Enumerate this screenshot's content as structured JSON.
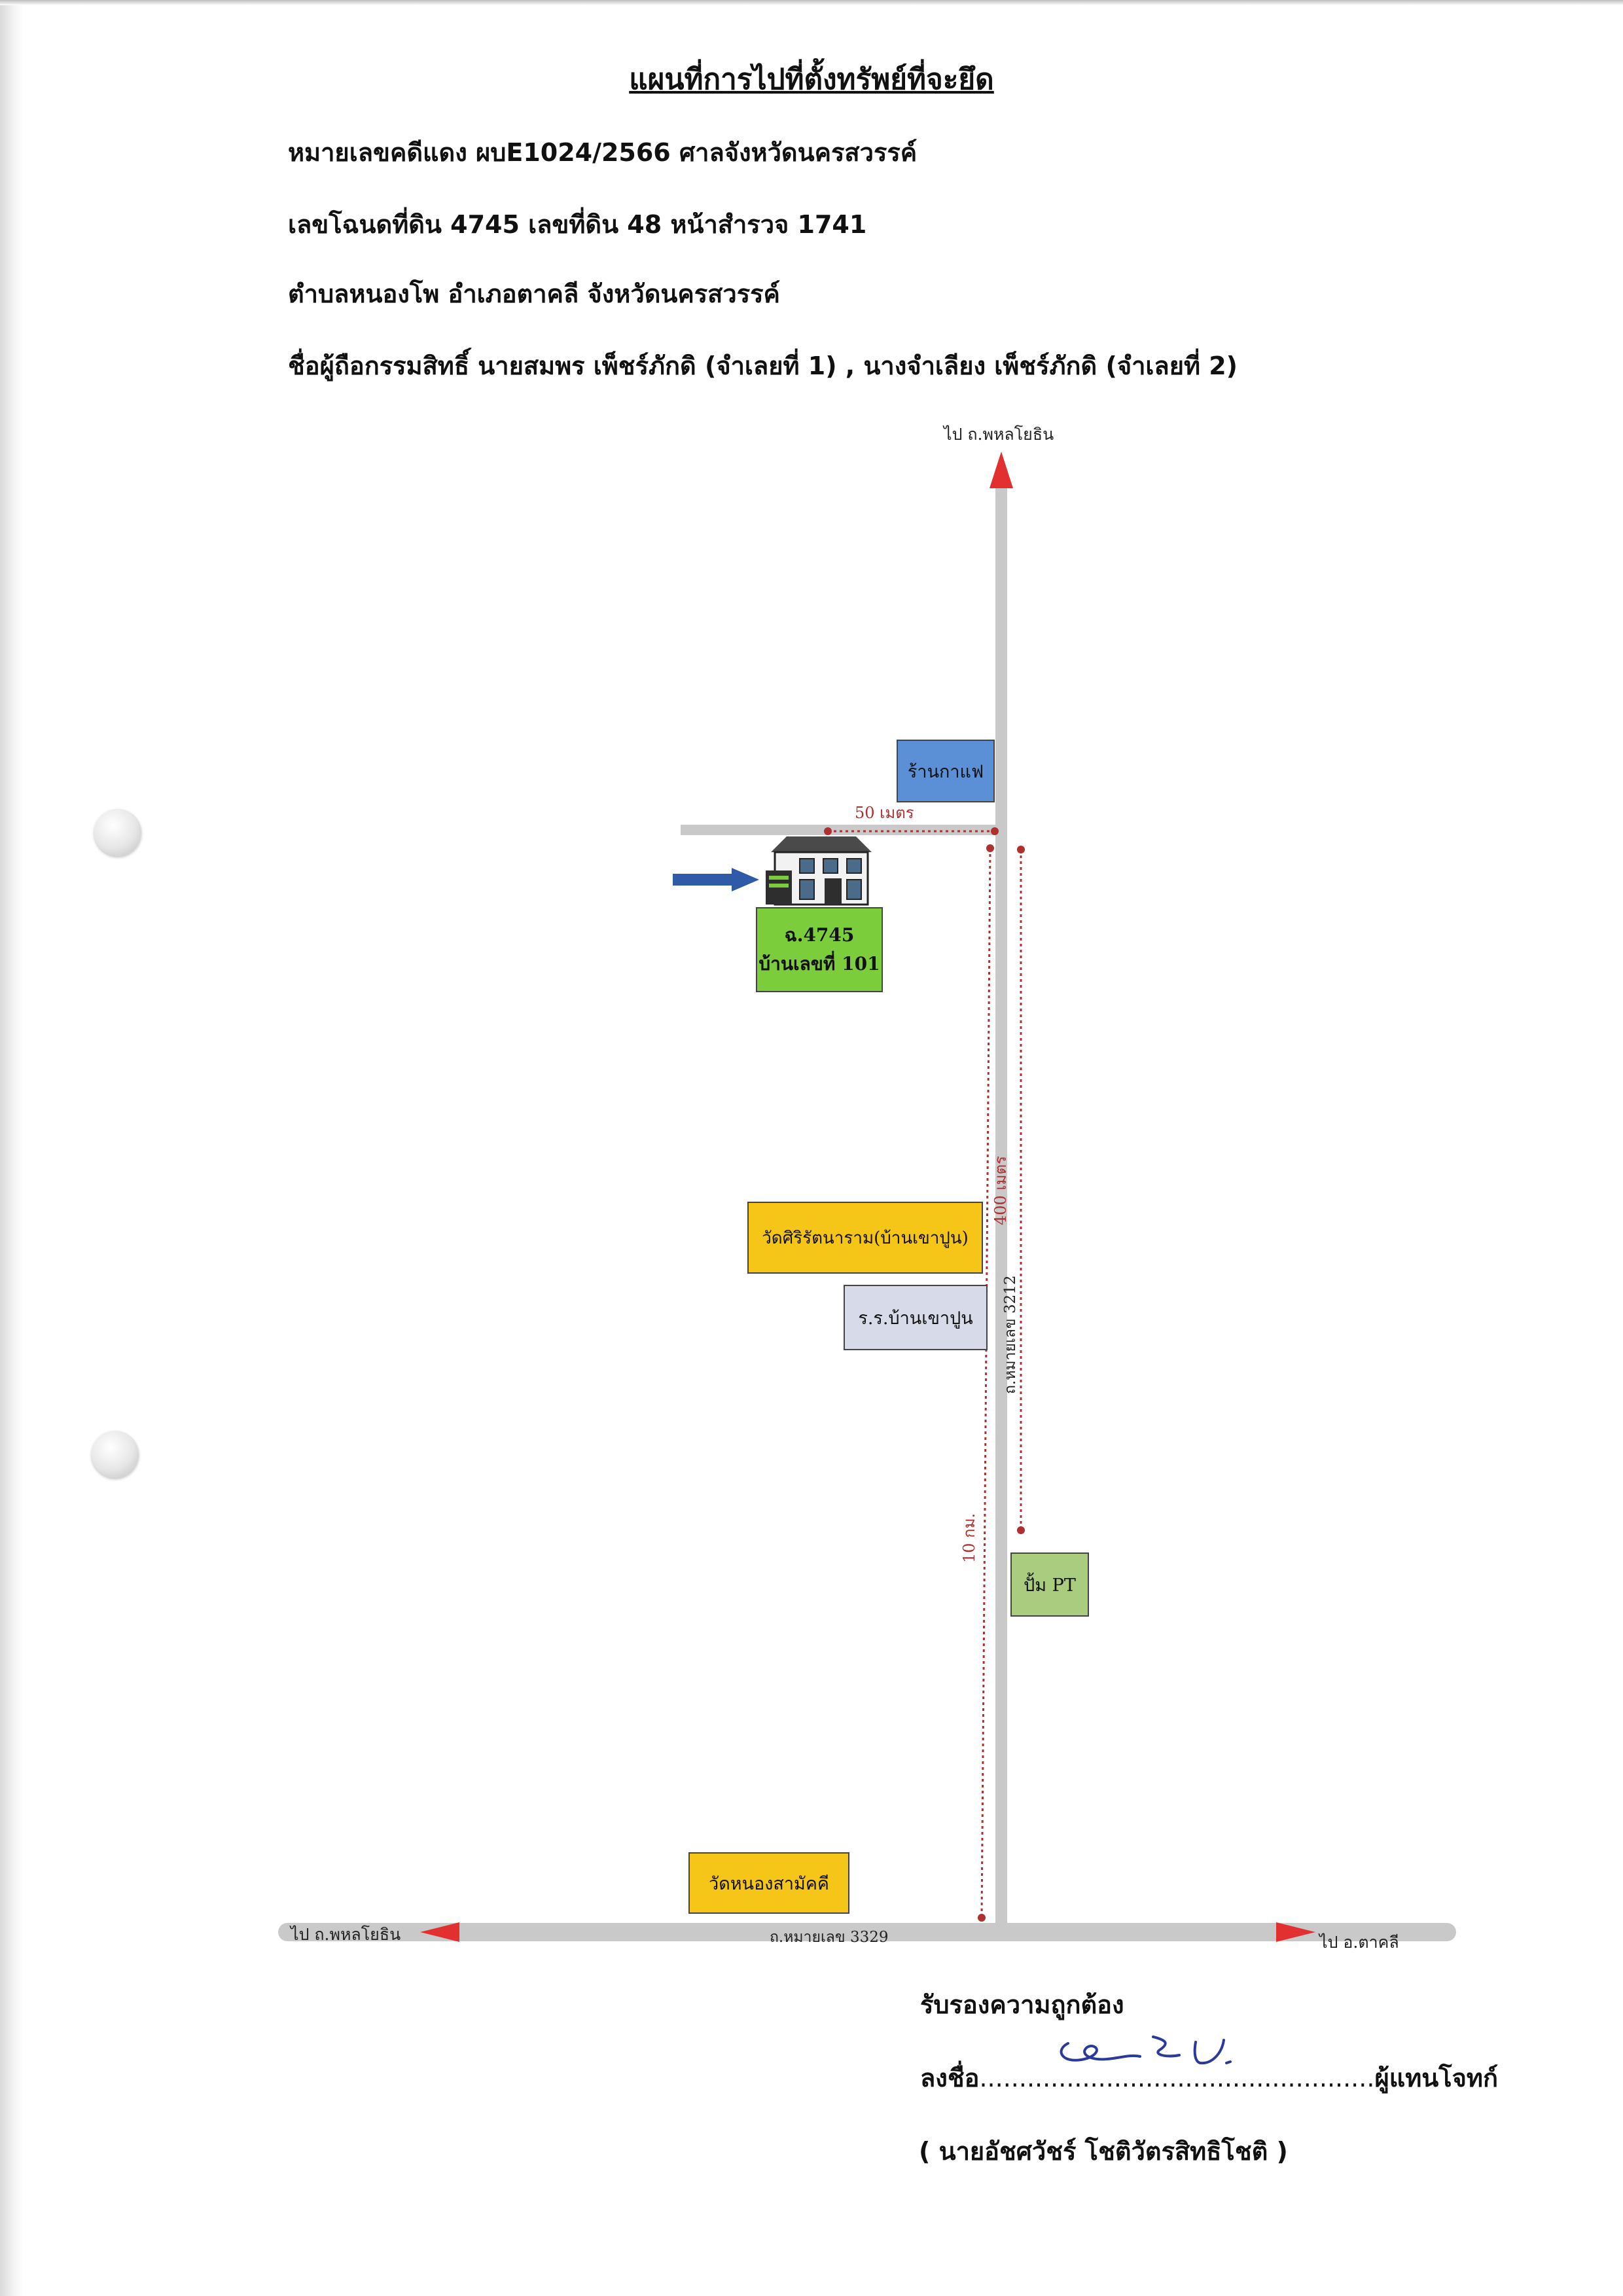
{
  "header": {
    "title": "แผนที่การไปที่ตั้งทรัพย์ที่จะยึด",
    "line1": "หมายเลขคดีแดง ผบE1024/2566  ศาลจังหวัดนครสวรรค์",
    "line2": "เลขโฉนดที่ดิน 4745 เลขที่ดิน 48 หน้าสำรวจ 1741",
    "line3": "ตำบลหนองโพ อำเภอตาคลี จังหวัดนครสวรรค์",
    "line4": "ชื่อผู้ถือกรรมสิทธิ์  นายสมพร    เพ็ชร์ภักดิ (จำเลยที่ 1) , นางจำเลียง    เพ็ชร์ภักดิ (จำเลยที่ 2)"
  },
  "map": {
    "top_direction": "ไป ถ.พหลโยธิน",
    "main_road": "ถ.หมายเลข 3212",
    "bottom_road": "ถ.หมายเลข 3329",
    "left_direction": "ไป ถ.พหลโยธิน",
    "right_direction": "ไป อ.ตาคลี",
    "dist_50": "50 เมตร",
    "dist_400": "400 เมตร",
    "dist_10km": "10 กม.",
    "landmarks": {
      "cafe": "ร้านกาแฟ",
      "temple1": "วัดศิริรัตนาราม(บ้านเขาปูน)",
      "school": "ร.ร.บ้านเขาปูน",
      "gas": "ปั้ม PT",
      "temple2": "วัดหนองสามัคคี"
    },
    "property": {
      "line1": "ฉ.4745",
      "line2": "บ้านเลขที่ 101"
    },
    "colors": {
      "road": "#c9c9c9",
      "arrow_red": "#e23030",
      "arrow_blue": "#2f5aa8",
      "cafe": "#5b8fd6",
      "property": "#7ccd3b",
      "temple": "#f5c518",
      "school": "#d7dae8",
      "gas": "#a9cc7e",
      "dim_red": "#b03030"
    }
  },
  "footer": {
    "certify": "รับรองความถูกต้อง",
    "sign_prefix": "ลงชื่อ",
    "sign_dots": "..................................................",
    "sign_role": "ผู้แทนโจทก์",
    "name": "( นายอัชศวัชร์   โชติวัตรสิทธิโชติ  )"
  }
}
